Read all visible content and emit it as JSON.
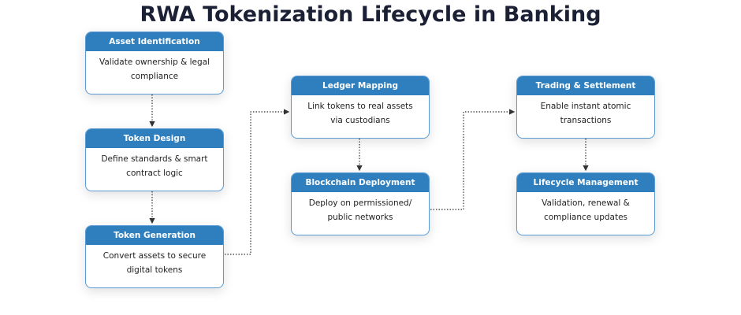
{
  "title": "RWA Tokenization Lifecycle in Banking",
  "colors": {
    "header": "#2f7fbf",
    "border": "#5b9bd5",
    "connector": "#333333"
  },
  "steps": [
    {
      "title": "Asset Identification",
      "desc": "Validate ownership & legal compliance"
    },
    {
      "title": "Token Design",
      "desc": "Define standards & smart contract logic"
    },
    {
      "title": "Token Generation",
      "desc": "Convert assets to secure digital tokens"
    },
    {
      "title": "Ledger Mapping",
      "desc": "Link tokens to real assets via custodians"
    },
    {
      "title": "Blockchain Deployment",
      "desc": "Deploy on permissioned/ public networks"
    },
    {
      "title": "Trading & Settlement",
      "desc": "Enable instant atomic transactions"
    },
    {
      "title": "Lifecycle Management",
      "desc": "Validation, renewal & compliance updates"
    }
  ]
}
